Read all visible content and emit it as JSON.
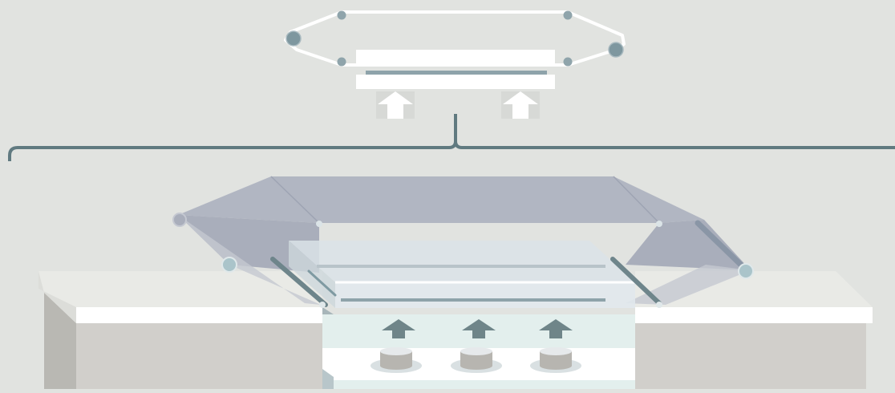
{
  "diagram": {
    "description_text": "",
    "colors": {
      "background": "#e1e3e0",
      "belt": "#b1b6c2",
      "belt_dark": "#9ea4b3",
      "accent": "#607a80",
      "arrow_dark": "#6f8589",
      "white": "#ffffff",
      "table_top": "#e9eae6",
      "table_side": "#d0cfcb",
      "table_side_dark": "#bebdb9",
      "glass": "#d9e2e6",
      "lamp": "#b9b8b3",
      "lamp_light": "#e2e7ea",
      "pulley": "#7f9aa2"
    },
    "icons": [
      "pulley-icon",
      "up-arrow-icon",
      "brace-icon",
      "lamp-icon"
    ],
    "counts": {
      "schematic_pulleys": 6,
      "schematic_arrows": 2,
      "lamps": 3,
      "light_arrows": 3
    }
  }
}
